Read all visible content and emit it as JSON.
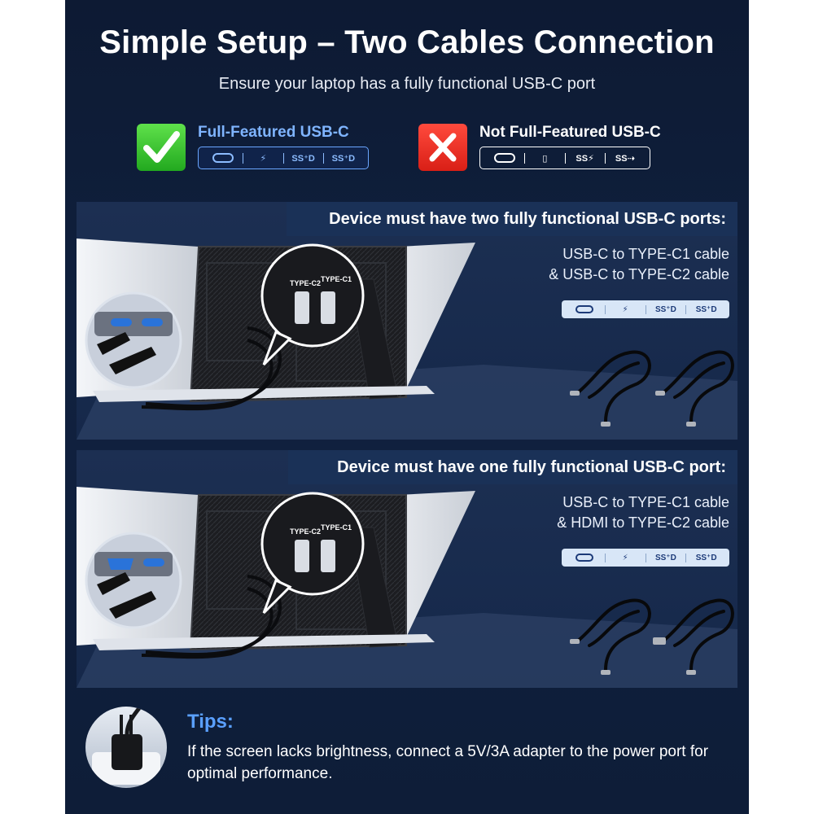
{
  "header": {
    "title": "Simple Setup – Two Cables Connection",
    "subtitle": "Ensure your laptop has a fully functional USB-C port"
  },
  "compatibility": {
    "supported": {
      "label": "Full-Featured USB-C",
      "icon": "check-icon",
      "color": "#2fbf2a",
      "ports": [
        "usb-c-port-icon",
        "thunderbolt-icon",
        "ss10-displayport-icon",
        "ss-displayport-icon"
      ]
    },
    "unsupported": {
      "label": "Not Full-Featured USB-C",
      "icon": "cross-icon",
      "color": "#e8271c",
      "ports": [
        "usb-c-port-icon",
        "charging-icon",
        "ss-charge-icon",
        "ss-usb-icon"
      ]
    }
  },
  "panels": [
    {
      "heading": "Device must have two fully functional USB-C ports:",
      "cable_line_1": "USB-C to TYPE-C1 cable",
      "cable_line_2": "& USB-C to TYPE-C2 cable",
      "port_labels": [
        "TYPE-C2",
        "TYPE-C1"
      ]
    },
    {
      "heading": "Device must have one fully functional USB-C port:",
      "cable_line_1": "USB-C to TYPE-C1 cable",
      "cable_line_2": "& HDMI to TYPE-C2 cable",
      "port_labels": [
        "TYPE-C2",
        "TYPE-C1"
      ]
    }
  ],
  "tips": {
    "title": "Tips:",
    "text": "If the screen lacks brightness, connect a 5V/3A adapter to the power port for optimal performance."
  },
  "colors": {
    "background": "#10213f",
    "accent_blue": "#5aa0ff",
    "panel": "#1a3157"
  }
}
